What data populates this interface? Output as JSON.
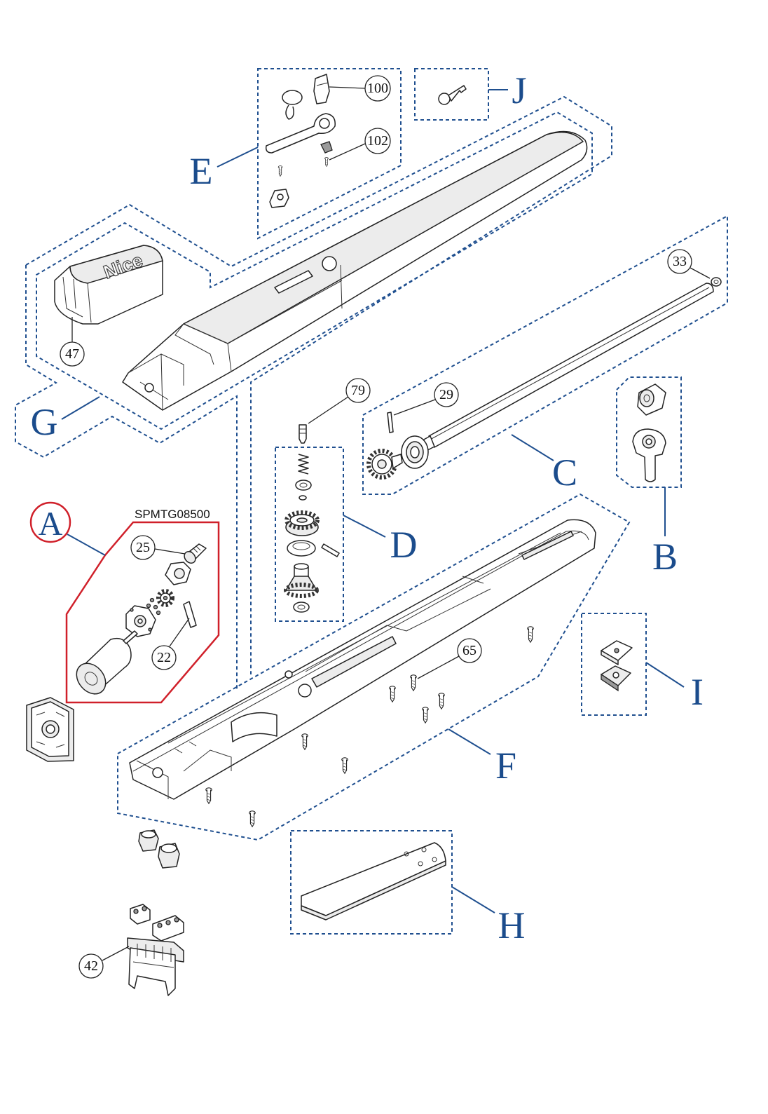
{
  "kit": {
    "code": "SPMTG08500",
    "group_label": "A"
  },
  "groups": {
    "b": "B",
    "c": "C",
    "d": "D",
    "e": "E",
    "f": "F",
    "g": "G",
    "h": "H",
    "i": "I",
    "j": "J"
  },
  "parts": {
    "p100": "100",
    "p102": "102",
    "p33": "33",
    "p47": "47",
    "p79": "79",
    "p29": "29",
    "p25": "25",
    "p22": "22",
    "p65": "65",
    "p42": "42"
  },
  "cover_logo": "Nice",
  "colors": {
    "group_outline": "#1f4f8f",
    "group_letter": "#1b4c8c",
    "kit_outline": "#d0202a",
    "part_stroke": "#222222"
  }
}
